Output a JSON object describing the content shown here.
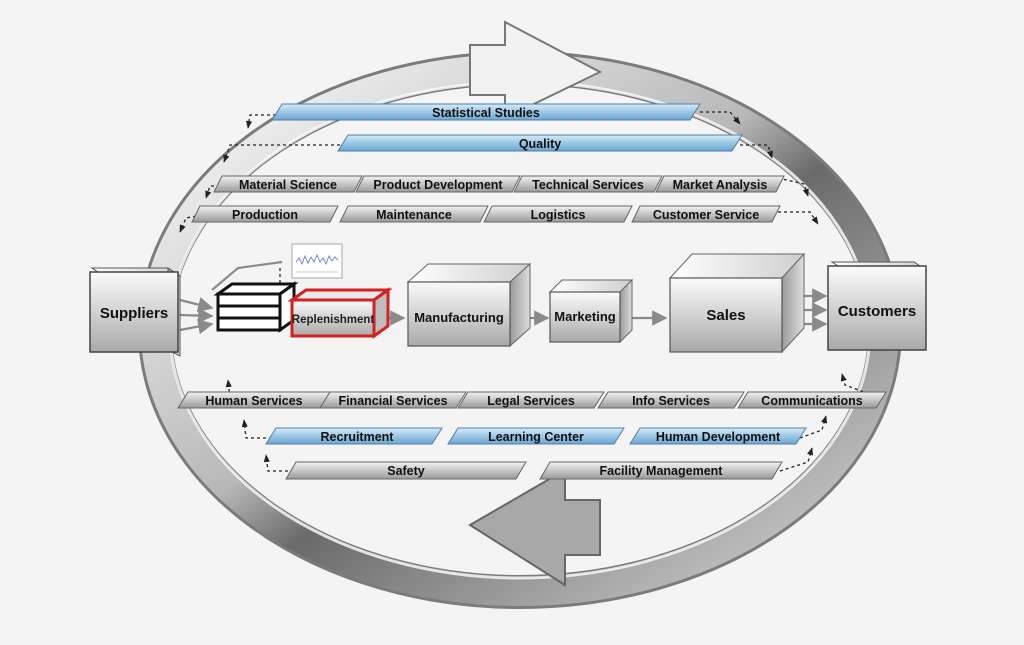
{
  "top_bars": [
    {
      "label": "Statistical Studies",
      "color": "blue"
    },
    {
      "label": "Quality",
      "color": "blue"
    }
  ],
  "upper_rows": [
    [
      "Material Science",
      "Product Development",
      "Technical Services",
      "Market Analysis"
    ],
    [
      "Production",
      "Maintenance",
      "Logistics",
      "Customer Service"
    ]
  ],
  "process": {
    "suppliers": "Suppliers",
    "replenishment": "Replenishment",
    "manufacturing": "Manufacturing",
    "marketing": "Marketing",
    "sales": "Sales",
    "customers": "Customers"
  },
  "lower_rows": [
    {
      "color": "gray",
      "items": [
        "Human Services",
        "Financial Services",
        "Legal Services",
        "Info Services",
        "Communications"
      ]
    },
    {
      "color": "blue",
      "items": [
        "Recruitment",
        "Learning Center",
        "Human Development"
      ]
    },
    {
      "color": "gray",
      "items": [
        "Safety",
        "Facility Management"
      ]
    }
  ],
  "colors": {
    "blue_bar": "#9cc7e6",
    "gray_bar": "#c9c9c9",
    "highlight": "#d32020",
    "arrow": "#8a8a8a"
  }
}
